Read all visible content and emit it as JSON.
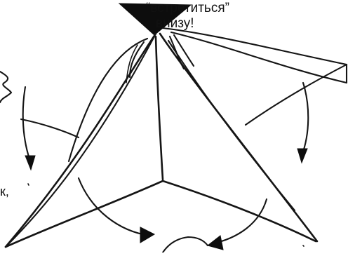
{
  "annotations": {
    "line1": "“встретиться”",
    "line2": "внизу!",
    "partial_left": "к,"
  },
  "colors": {
    "ink": "#151515",
    "paper": "#ffffff"
  }
}
